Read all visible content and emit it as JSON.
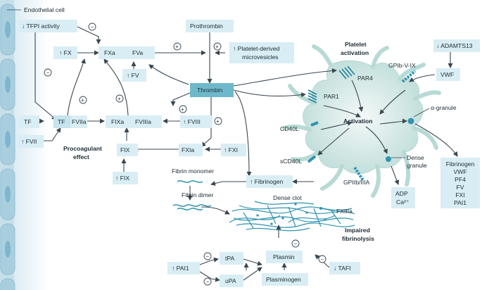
{
  "labels": {
    "endothelial_cell": "Endothelial cell",
    "tfpi_activity": "↓ TFPI activity",
    "fx": "↑ FX",
    "fxa": "FXa",
    "fva": "FVa",
    "fv": "↑ FV",
    "prothrombin": "Prothrombin",
    "platelet_microvesicles_line1": "↑ Platelet-derived",
    "platelet_microvesicles_line2": "microvesicles",
    "platelet_activation_line1": "Platelet",
    "platelet_activation_line2": "activation",
    "adamts13": "↓ ADAMTS13",
    "gpib": "GPIb-V-IX",
    "vwf": "VWF",
    "par4": "PAR4",
    "par1": "PAR1",
    "thrombin": "Thrombin",
    "tf": "TF",
    "tf2": "TF",
    "fviia": "FVIIa",
    "fvii": "↑ FVII",
    "fixa": "FIXa",
    "fviiia": "FVIIIa",
    "fviii": "↑ FVIII",
    "procoag_line1": "Procoagulant",
    "procoag_line2": "effect",
    "fix": "FIX",
    "fix_up": "↑ FIX",
    "fxia": "FXIa",
    "fxi": "↑ FXI",
    "cd40l": "CD40L",
    "activation": "Activation",
    "alpha_granule": "α-granule",
    "scd40l": "sCD40L",
    "dense_granule_line1": "Dense",
    "dense_granule_line2": "granule",
    "fibrin_monomer": "Fibrin monomer",
    "fibrin_dimer": "Fibrin dimer",
    "fibrinogen_up": "↑ Fibrinogen",
    "gpiib": "GPIIb/IIIA",
    "dense_clot": "Dense clot",
    "fxiiia": "FXIIIa",
    "adp": "ADP",
    "ca": "Ca²⁺",
    "impaired_line1": "Impaired",
    "impaired_line2": "fibrinolysis",
    "plasmin": "Plasmin",
    "tpa": "tPA",
    "upa": "uPA",
    "pai1": "↑ PAI1",
    "tafi": "↓ TAFI",
    "plasminogen": "Plasminogen"
  },
  "granule_contents": [
    "Fibrinogen",
    "VWF",
    "PF4",
    "FV",
    "FXI",
    "PAI1"
  ],
  "signs": {
    "plus": "+",
    "minus": "−"
  },
  "colors": {
    "box": "#d9edf4",
    "thrombin": "#6fb8cc",
    "platelet": "#cfe5e2",
    "accent": "#2f93b1"
  }
}
